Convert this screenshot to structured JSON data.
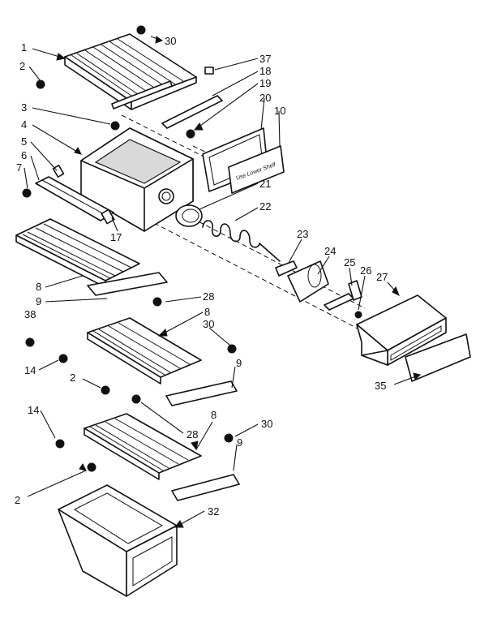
{
  "labels": {
    "l1": "1",
    "l2a": "2",
    "l30a": "30",
    "l37": "37",
    "l18": "18",
    "l19": "19",
    "l20": "20",
    "l10": "10",
    "l3": "3",
    "l4": "4",
    "l5": "5",
    "l6": "6",
    "l7": "7",
    "l21": "21",
    "l22": "22",
    "l17": "17",
    "l23": "23",
    "l24": "24",
    "l25": "25",
    "l26": "26",
    "l27": "27",
    "l8a": "8",
    "l9a": "9",
    "l28a": "28",
    "l38": "38",
    "l8b": "8",
    "l30b": "30",
    "l14a": "14",
    "l2b": "2",
    "l9b": "9",
    "l35": "35",
    "l14b": "14",
    "l28b": "28",
    "l8c": "8",
    "l30c": "30",
    "l9c": "9",
    "l2c": "2",
    "l32": "32"
  },
  "door_card_text": "Use Lower Shelf",
  "icons": [
    "screw-icon",
    "clip-icon",
    "spring-icon"
  ]
}
